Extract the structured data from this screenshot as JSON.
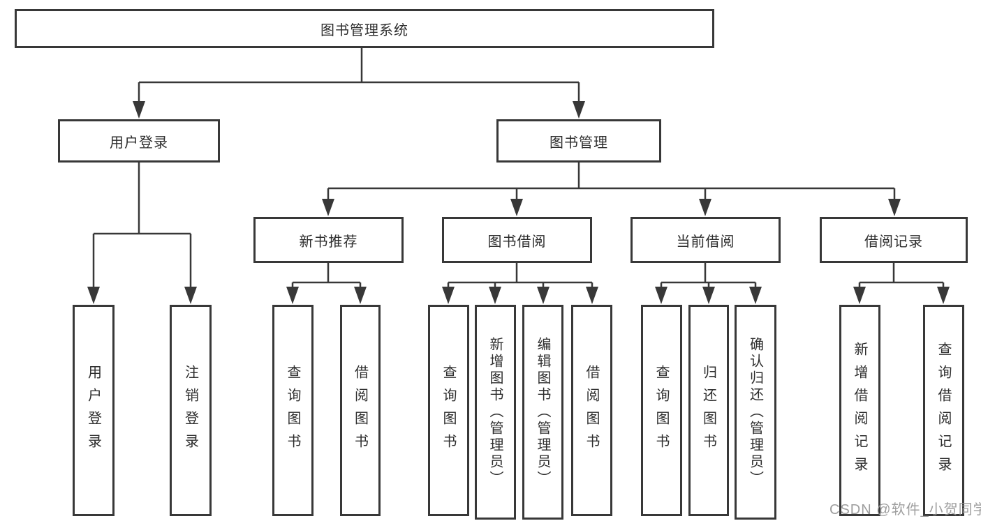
{
  "diagram": {
    "title_node": "图书管理系统",
    "root": {
      "label": "图书管理系统"
    },
    "branches": [
      {
        "label": "用户登录",
        "parent": "图书管理系统"
      },
      {
        "label": "图书管理",
        "parent": "图书管理系统"
      }
    ],
    "modules": [
      {
        "label": "新书推荐",
        "parent": "图书管理"
      },
      {
        "label": "图书借阅",
        "parent": "图书管理"
      },
      {
        "label": "当前借阅",
        "parent": "图书管理"
      },
      {
        "label": "借阅记录",
        "parent": "图书管理"
      }
    ],
    "leaves": [
      {
        "label": "用户登录",
        "parent": "用户登录"
      },
      {
        "label": "注销登录",
        "parent": "用户登录"
      },
      {
        "label": "查询图书",
        "parent": "新书推荐"
      },
      {
        "label": "借阅图书",
        "parent": "新书推荐"
      },
      {
        "label": "查询图书",
        "parent": "图书借阅"
      },
      {
        "label": "新增图书（管理员）",
        "parent": "图书借阅"
      },
      {
        "label": "编辑图书（管理员）",
        "parent": "图书借阅"
      },
      {
        "label": "借阅图书",
        "parent": "图书借阅"
      },
      {
        "label": "查询图书",
        "parent": "当前借阅"
      },
      {
        "label": "归还图书",
        "parent": "当前借阅"
      },
      {
        "label": "确认归还（管理员）",
        "parent": "当前借阅"
      },
      {
        "label": "新增借阅记录",
        "parent": "借阅记录"
      },
      {
        "label": "查询借阅记录",
        "parent": "借阅记录"
      }
    ]
  },
  "watermark": {
    "text": "CSDN @软件_小贺同学"
  },
  "colors": {
    "line": "#383838",
    "box_border": "#383838",
    "text": "#2d2d2d",
    "watermark": "#949494",
    "background": "#ffffff"
  }
}
